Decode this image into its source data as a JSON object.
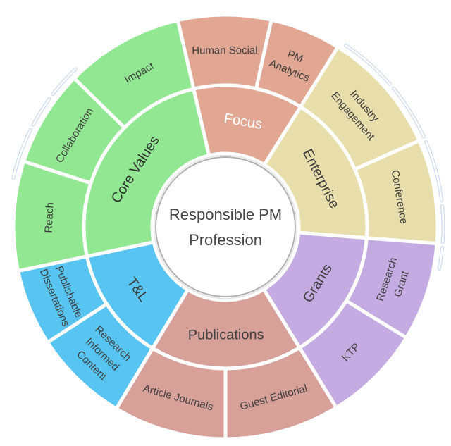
{
  "background": "#ffffff",
  "text_color": "#3f3f3f",
  "decor_color": "#cbdaee",
  "center": {
    "lines": [
      "Responsible PM",
      "Profession"
    ],
    "fill": "#ffffff",
    "border": "#b0b0b0",
    "text_color": "#454545"
  },
  "chart_data": {
    "type": "sunburst",
    "title": "Responsible PM Profession",
    "angle_unit": "compass_degrees_0_top_clockwise",
    "rings": 2,
    "series": [
      {
        "name": "Focus",
        "start": -13,
        "end": 32,
        "color": "#E1A793",
        "label_color": "#ffffff",
        "children": [
          {
            "name": "Human Social",
            "lines": [
              "Human Social"
            ],
            "start": -13,
            "end": 12.5
          },
          {
            "name": "PM Analytics",
            "lines": [
              "PM",
              "Analytics"
            ],
            "start": 12.5,
            "end": 32
          }
        ]
      },
      {
        "name": "Enterprise",
        "start": 32,
        "end": 94.5,
        "color": "#E8DEAC",
        "label_color": "#3f3f3f",
        "children": [
          {
            "name": "Industry Engagement",
            "lines": [
              "Industry",
              "Engagement"
            ],
            "start": 32,
            "end": 66
          },
          {
            "name": "Conference",
            "lines": [
              "Conference"
            ],
            "start": 66,
            "end": 94.5
          }
        ]
      },
      {
        "name": "Grants",
        "start": 94.5,
        "end": 148.5,
        "color": "#C4ABE2",
        "label_color": "#3f3f3f",
        "children": [
          {
            "name": "Research Grant",
            "lines": [
              "Research",
              "Grant"
            ],
            "start": 94.5,
            "end": 121.5
          },
          {
            "name": "KTP",
            "lines": [
              "KTP"
            ],
            "start": 121.5,
            "end": 148.5
          }
        ]
      },
      {
        "name": "Publications",
        "start": 148.5,
        "end": 211,
        "color": "#D7A099",
        "label_color": "#3f3f3f",
        "children": [
          {
            "name": "Guest Editorial",
            "lines": [
              "Guest Editorial"
            ],
            "start": 148.5,
            "end": 180
          },
          {
            "name": "Article Journals",
            "lines": [
              "Article Journals"
            ],
            "start": 180,
            "end": 211
          }
        ]
      },
      {
        "name": "T&L",
        "start": 211,
        "end": 258,
        "color": "#58C4F1",
        "label_color": "#3f3f3f",
        "children": [
          {
            "name": "Research Informed Content",
            "lines": [
              "Research",
              "Informed",
              "Content"
            ],
            "start": 211,
            "end": 237
          },
          {
            "name": "Publishable Dissertations",
            "lines": [
              "Publishable",
              "Dissertations"
            ],
            "start": 237,
            "end": 258
          }
        ]
      },
      {
        "name": "Core Values",
        "start": 258,
        "end": 347,
        "color": "#92E792",
        "label_color": "#2e2e2e",
        "children": [
          {
            "name": "Reach",
            "lines": [
              "Reach"
            ],
            "start": 258,
            "end": 288
          },
          {
            "name": "Collaboration",
            "lines": [
              "Collaboration"
            ],
            "start": 288,
            "end": 314.5
          },
          {
            "name": "Impact",
            "lines": [
              "Impact"
            ],
            "start": 314.5,
            "end": 347
          }
        ]
      }
    ],
    "decor_arcs": [
      {
        "start": 33.5,
        "end": 49
      },
      {
        "start": 50.5,
        "end": 65.5
      },
      {
        "start": 67,
        "end": 83
      },
      {
        "start": 84.5,
        "end": 94
      },
      {
        "start": 95.5,
        "end": 101
      },
      {
        "start": 283,
        "end": 296.5
      },
      {
        "start": 298,
        "end": 306
      },
      {
        "start": 307.5,
        "end": 316.5
      }
    ]
  }
}
